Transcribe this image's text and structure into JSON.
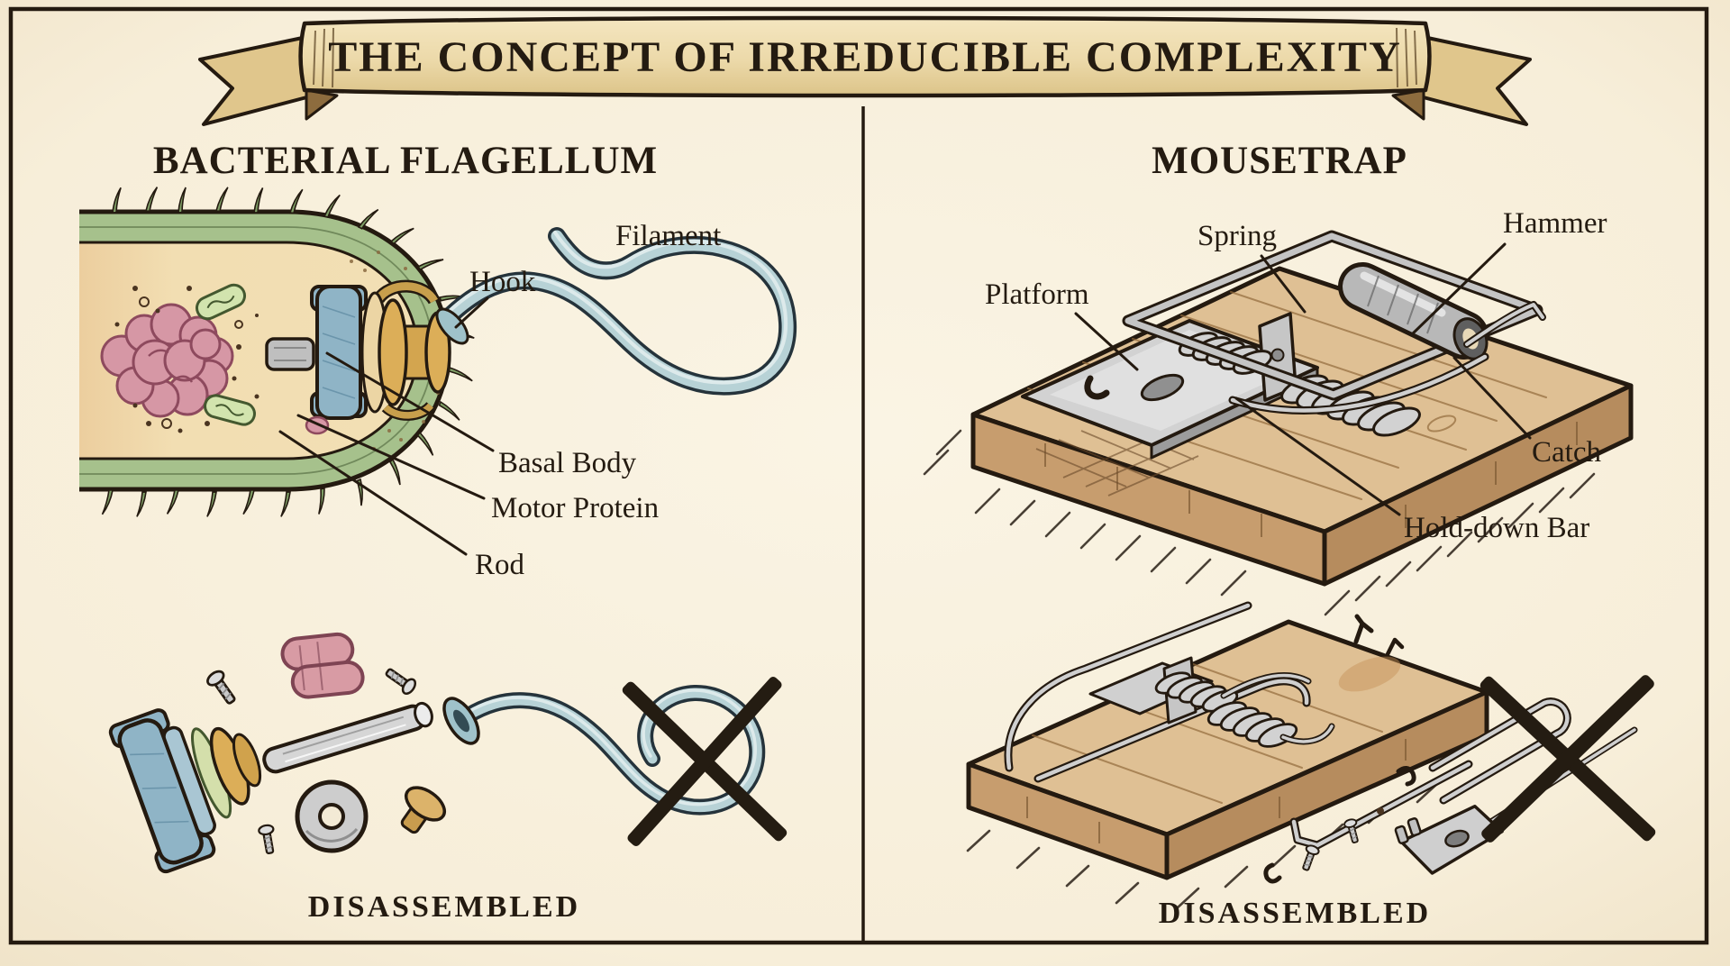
{
  "banner": {
    "title": "THE CONCEPT OF IRREDUCIBLE COMPLEXITY"
  },
  "panels": {
    "left": {
      "heading": "BACTERIAL FLAGELLUM",
      "labels": {
        "filament": "Filament",
        "hook": "Hook",
        "basal_body": "Basal Body",
        "motor_protein": "Motor Protein",
        "rod": "Rod"
      },
      "caption": "DISASSEMBLED"
    },
    "right": {
      "heading": "MOUSETRAP",
      "labels": {
        "spring": "Spring",
        "hammer": "Hammer",
        "platform": "Platform",
        "catch": "Catch",
        "hold_down_bar": "Hold-down Bar"
      },
      "caption": "DISASSEMBLED"
    }
  },
  "colors": {
    "paper": "#f8efda",
    "ink": "#241b11",
    "banner_fill": "#eedcb0",
    "bacterium_wall_green": "#a6c18c",
    "cytoplasm_tan": "#f2deb2",
    "nucleoid_pink": "#d697a5",
    "motor_blue": "#8fb4c6",
    "motor_gold": "#dcae58",
    "filament_teal": "#b7d2d6",
    "wood_tan": "#dfc094",
    "metal_gray": "#c9c9c9",
    "x_mark": "#241c12"
  }
}
